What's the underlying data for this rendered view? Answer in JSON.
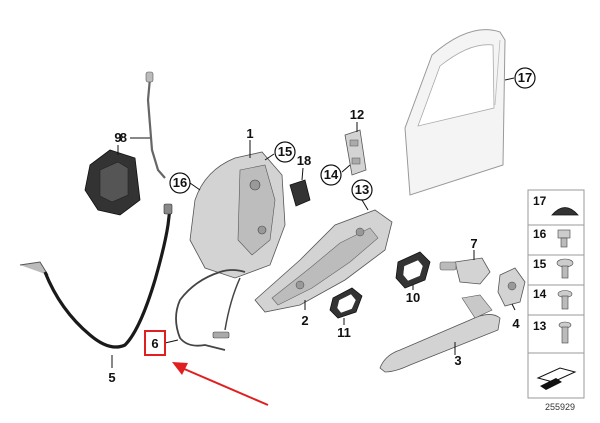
{
  "colors": {
    "highlight": "#e02020",
    "part_fill": "#d3d3d3",
    "dark_part": "#333333",
    "line": "#111111"
  },
  "callouts": {
    "c1": "1",
    "c2": "2",
    "c3": "3",
    "c4": "4",
    "c5": "5",
    "c6": "6",
    "c7": "7",
    "c8": "8",
    "c9": "9",
    "c10": "10",
    "c11": "11",
    "c12": "12",
    "c13": "13",
    "c14": "14",
    "c15": "15",
    "c16": "16",
    "c17": "17",
    "c18": "18"
  },
  "legend": {
    "items": [
      "17",
      "16",
      "15",
      "14",
      "13"
    ]
  },
  "document_id": "255929",
  "highlighted_part": "6"
}
